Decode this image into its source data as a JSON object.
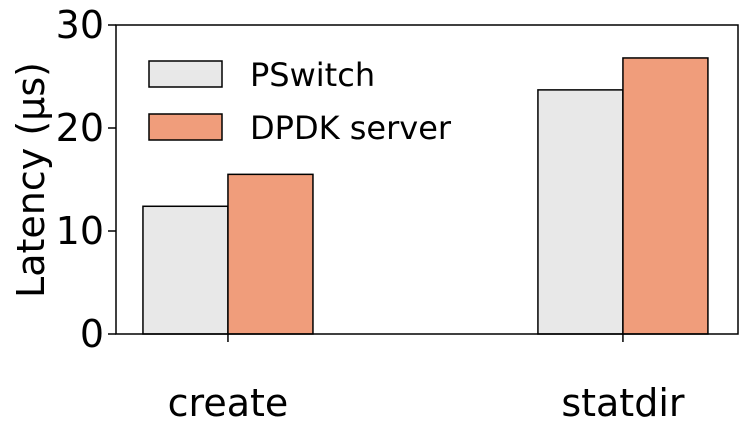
{
  "chart_data": {
    "type": "bar",
    "title": "",
    "xlabel": "",
    "ylabel": "Latency (µs)",
    "categories": [
      "create",
      "statdir"
    ],
    "series": [
      {
        "name": "PSwitch",
        "values": [
          12.4,
          23.7
        ],
        "color": "#e8e8e8"
      },
      {
        "name": "DPDK server",
        "values": [
          15.5,
          26.8
        ],
        "color": "#f09d7b"
      }
    ],
    "ylim": [
      0,
      30
    ],
    "yticks": [
      "0",
      "10",
      "20",
      "30"
    ],
    "grid": false,
    "legend_position": "top-left"
  }
}
